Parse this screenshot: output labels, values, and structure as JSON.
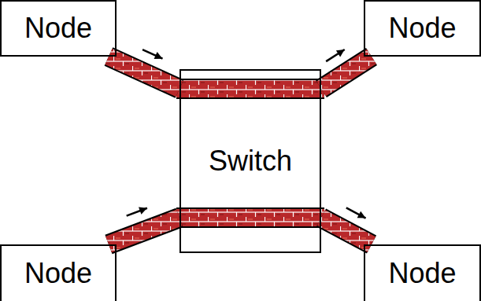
{
  "diagram": {
    "nodes": [
      {
        "text": [
          "Node"
        ]
      },
      {
        "text": [
          "Node"
        ]
      },
      {
        "text": [
          "Switch"
        ]
      },
      {
        "text": [
          "Node"
        ]
      },
      {
        "text": [
          "Node"
        ]
      }
    ],
    "edges": [
      {
        "from": 0,
        "to": 2,
        "arrow": "to"
      },
      {
        "from": 2,
        "to": 1,
        "arrow": "to"
      },
      {
        "from": 3,
        "to": 2,
        "arrow": "to"
      },
      {
        "from": 2,
        "to": 4,
        "arrow": "to"
      }
    ]
  }
}
